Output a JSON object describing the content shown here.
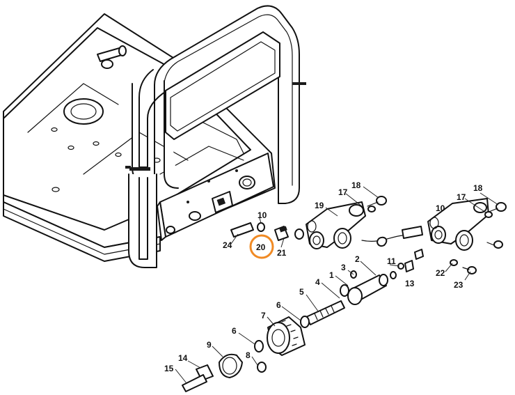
{
  "diagram": {
    "highlight_color": "#f08a24",
    "highlighted_label": "20",
    "part_labels": {
      "p1": "1",
      "p2": "2",
      "p3": "3",
      "p4": "4",
      "p5": "5",
      "p6a": "6",
      "p6b": "6",
      "p7": "7",
      "p8": "8",
      "p9": "9",
      "p10a": "10",
      "p10b": "10",
      "p11": "11",
      "p13": "13",
      "p14": "14",
      "p15": "15",
      "p17a": "17",
      "p17b": "17",
      "p18a": "18",
      "p18b": "18",
      "p19": "19",
      "p20": "20",
      "p21": "21",
      "p22": "22",
      "p23": "23",
      "p24": "24"
    }
  }
}
